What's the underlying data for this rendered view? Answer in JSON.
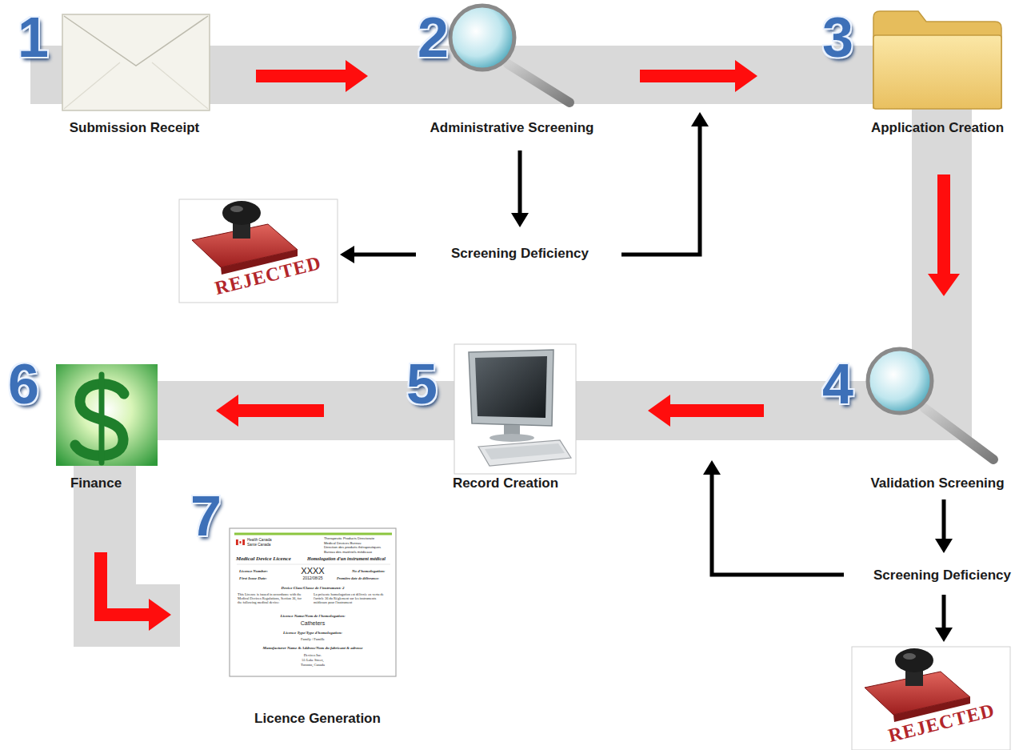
{
  "diagram": {
    "nodes": [
      {
        "text": [
          "1",
          "Submission Receipt"
        ]
      },
      {
        "text": [
          "2",
          "Administrative Screening"
        ]
      },
      {
        "text": [
          "3",
          "Application Creation"
        ]
      },
      {
        "text": [
          "4",
          "Validation Screening"
        ]
      },
      {
        "text": [
          "5",
          "Record Creation"
        ]
      },
      {
        "text": [
          "6",
          "Finance"
        ]
      },
      {
        "text": [
          "7",
          "Licence Generation"
        ]
      },
      {
        "text": [
          "Screening Deficiency"
        ]
      },
      {
        "text": [
          "REJECTED"
        ]
      },
      {
        "text": [
          "Screening Deficiency"
        ]
      },
      {
        "text": [
          "REJECTED"
        ]
      }
    ],
    "edges": [
      {
        "from": 0,
        "to": 1,
        "arrow": "to"
      },
      {
        "from": 1,
        "to": 2,
        "arrow": "to"
      },
      {
        "from": 1,
        "to": 7,
        "arrow": "to"
      },
      {
        "from": 7,
        "to": 8,
        "arrow": "to"
      },
      {
        "from": 7,
        "to": 2,
        "arrow": "to"
      },
      {
        "from": 2,
        "to": 3,
        "arrow": "to"
      },
      {
        "from": 3,
        "to": 9,
        "arrow": "to"
      },
      {
        "from": 9,
        "to": 10,
        "arrow": "to"
      },
      {
        "from": 9,
        "to": 4,
        "arrow": "to"
      },
      {
        "from": 3,
        "to": 4,
        "arrow": "to"
      },
      {
        "from": 4,
        "to": 5,
        "arrow": "to"
      },
      {
        "from": 5,
        "to": 6,
        "arrow": "to"
      }
    ],
    "labels": [
      "Health Canada",
      "Santé Canada",
      "Therapeutic Products Directorate",
      "Medical Devices Bureau",
      "Direction des produits thérapeutiques",
      "Bureau des matériels médicaux",
      "Medical Device Licence",
      "Homologation d'un instrument médical",
      "Licence Number:",
      "XXXX",
      "No d'homologation:",
      "First Issue Date:",
      "2012/08/25",
      "Première date de délivrance:",
      "Device Class/Classe de l'instrument: 2",
      "This Licence is issued in accordance with the Medical Devices Regulations, Section 36, for the following medical device:",
      "La présente homologation est délivrée en vertu de l'article 36 du Règlement sur les instruments médicaux pour l'instrument",
      "Licence Name/Nom de l'homologation:",
      "Catheters",
      "Licence Type/Type d'homologation:",
      "Family / Famille",
      "Manufacturer Name & Address/Nom du fabricant & adresse",
      "Devices Inc.",
      "55 Lake Street,",
      "Toronto, Canada"
    ]
  }
}
